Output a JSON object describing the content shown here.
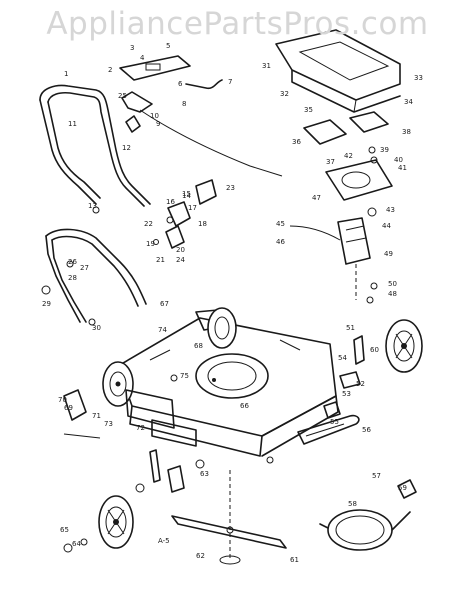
{
  "watermark": "AppliancePartsPros.com",
  "figure_label": "A-5",
  "callouts": [
    {
      "id": "c1",
      "text": "1"
    },
    {
      "id": "c2",
      "text": "2"
    },
    {
      "id": "c3",
      "text": "3"
    },
    {
      "id": "c4",
      "text": "4"
    },
    {
      "id": "c5",
      "text": "5"
    },
    {
      "id": "c6",
      "text": "6"
    },
    {
      "id": "c7",
      "text": "7"
    },
    {
      "id": "c8",
      "text": "8"
    },
    {
      "id": "c9",
      "text": "9"
    },
    {
      "id": "c10",
      "text": "10"
    },
    {
      "id": "c11",
      "text": "11"
    },
    {
      "id": "c12",
      "text": "12"
    },
    {
      "id": "c13",
      "text": "13"
    },
    {
      "id": "c14",
      "text": "14"
    },
    {
      "id": "c15",
      "text": "15"
    },
    {
      "id": "c16",
      "text": "16"
    },
    {
      "id": "c17",
      "text": "17"
    },
    {
      "id": "c18",
      "text": "18"
    },
    {
      "id": "c19",
      "text": "19"
    },
    {
      "id": "c20",
      "text": "20"
    },
    {
      "id": "c21",
      "text": "21"
    },
    {
      "id": "c22",
      "text": "22"
    },
    {
      "id": "c23",
      "text": "23"
    },
    {
      "id": "c24",
      "text": "24"
    },
    {
      "id": "c25",
      "text": "25"
    },
    {
      "id": "c26",
      "text": "26"
    },
    {
      "id": "c27",
      "text": "27"
    },
    {
      "id": "c28",
      "text": "28"
    },
    {
      "id": "c29",
      "text": "29"
    },
    {
      "id": "c30",
      "text": "30"
    },
    {
      "id": "c31",
      "text": "31"
    },
    {
      "id": "c32",
      "text": "32"
    },
    {
      "id": "c33",
      "text": "33"
    },
    {
      "id": "c34",
      "text": "34"
    },
    {
      "id": "c35",
      "text": "35"
    },
    {
      "id": "c36",
      "text": "36"
    },
    {
      "id": "c37",
      "text": "37"
    },
    {
      "id": "c38",
      "text": "38"
    },
    {
      "id": "c39",
      "text": "39"
    },
    {
      "id": "c40",
      "text": "40"
    },
    {
      "id": "c41",
      "text": "41"
    },
    {
      "id": "c42",
      "text": "42"
    },
    {
      "id": "c43",
      "text": "43"
    },
    {
      "id": "c44",
      "text": "44"
    },
    {
      "id": "c45",
      "text": "45"
    },
    {
      "id": "c46",
      "text": "46"
    },
    {
      "id": "c47",
      "text": "47"
    },
    {
      "id": "c48",
      "text": "48"
    },
    {
      "id": "c49",
      "text": "49"
    },
    {
      "id": "c50",
      "text": "50"
    },
    {
      "id": "c51",
      "text": "51"
    },
    {
      "id": "c52",
      "text": "52"
    },
    {
      "id": "c53",
      "text": "53"
    },
    {
      "id": "c54",
      "text": "54"
    },
    {
      "id": "c55",
      "text": "55"
    },
    {
      "id": "c56",
      "text": "56"
    },
    {
      "id": "c57",
      "text": "57"
    },
    {
      "id": "c58",
      "text": "58"
    },
    {
      "id": "c59",
      "text": "59"
    },
    {
      "id": "c60",
      "text": "60"
    },
    {
      "id": "c61",
      "text": "61"
    },
    {
      "id": "c62",
      "text": "62"
    },
    {
      "id": "c63",
      "text": "63"
    },
    {
      "id": "c64",
      "text": "64"
    },
    {
      "id": "c65",
      "text": "65"
    },
    {
      "id": "c66",
      "text": "66"
    },
    {
      "id": "c67",
      "text": "67"
    },
    {
      "id": "c68",
      "text": "68"
    },
    {
      "id": "c69",
      "text": "69"
    },
    {
      "id": "c70",
      "text": "70"
    },
    {
      "id": "c71",
      "text": "71"
    },
    {
      "id": "c72",
      "text": "72"
    },
    {
      "id": "c73",
      "text": "73"
    },
    {
      "id": "c74",
      "text": "74"
    },
    {
      "id": "c75",
      "text": "75"
    }
  ]
}
